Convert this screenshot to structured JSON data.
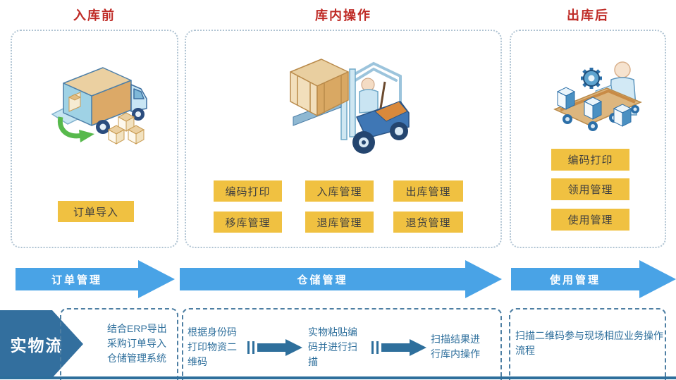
{
  "columns": [
    {
      "header": "入库前",
      "illustration": "truck-unloading-illustration",
      "buttons": [
        "订单导入"
      ]
    },
    {
      "header": "库内操作",
      "illustration": "forklift-operator-illustration",
      "buttons": [
        "编码打印",
        "入库管理",
        "出库管理",
        "移库管理",
        "退库管理",
        "退货管理"
      ]
    },
    {
      "header": "出库后",
      "illustration": "conveyor-worker-illustration",
      "buttons": [
        "编码打印",
        "领用管理",
        "使用管理"
      ]
    }
  ],
  "stage_arrows": [
    {
      "label": "订单管理"
    },
    {
      "label": "仓储管理"
    },
    {
      "label": "使用管理"
    }
  ],
  "physical_flow": {
    "label": "实物流",
    "steps": [
      "结合ERP导出采购订单导入仓储管理系统",
      "根据身份码打印物资二维码",
      "实物粘贴编码并进行扫描",
      "扫描结果进行库内操作",
      "扫描二维码参与现场相应业务操作流程"
    ]
  },
  "colors": {
    "header_red": "#BF2B26",
    "button_yellow": "#F0C141",
    "stage_arrow_blue": "#49A3E6",
    "flow_steel_blue": "#2E6F9C",
    "top_dashed_border": "#AFC3D2",
    "bottom_dashed_border": "#4E7FA3"
  }
}
